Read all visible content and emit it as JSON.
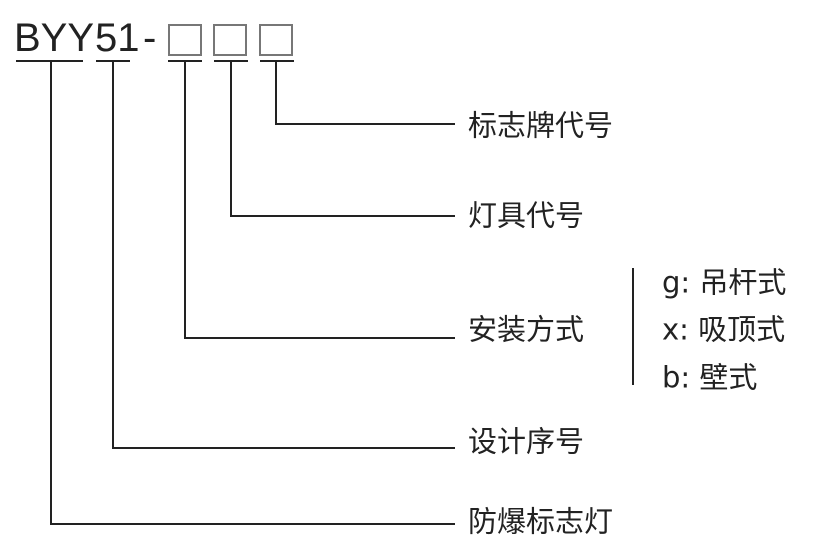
{
  "code": {
    "prefix": "BYY",
    "series": "51",
    "dash": "-"
  },
  "labels": {
    "sign_code": "标志牌代号",
    "lamp_code": "灯具代号",
    "install": "安装方式",
    "design_seq": "设计序号",
    "explosion_proof": "防爆标志灯"
  },
  "install_options": [
    "g: 吊杆式",
    "x: 吸顶式",
    "b: 壁式"
  ]
}
